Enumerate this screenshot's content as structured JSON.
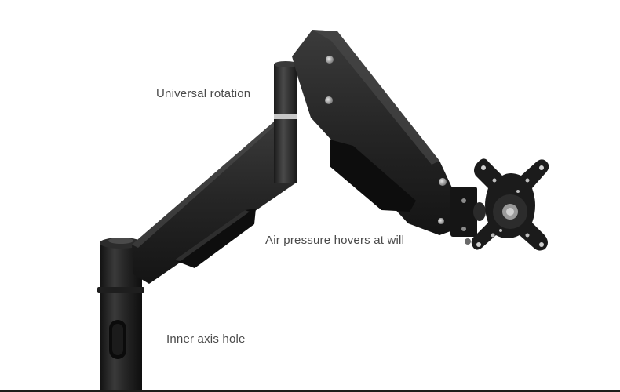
{
  "labels": {
    "rotation": "Universal rotation",
    "air_pressure": "Air pressure hovers at will",
    "axis_hole": "Inner axis hole"
  }
}
